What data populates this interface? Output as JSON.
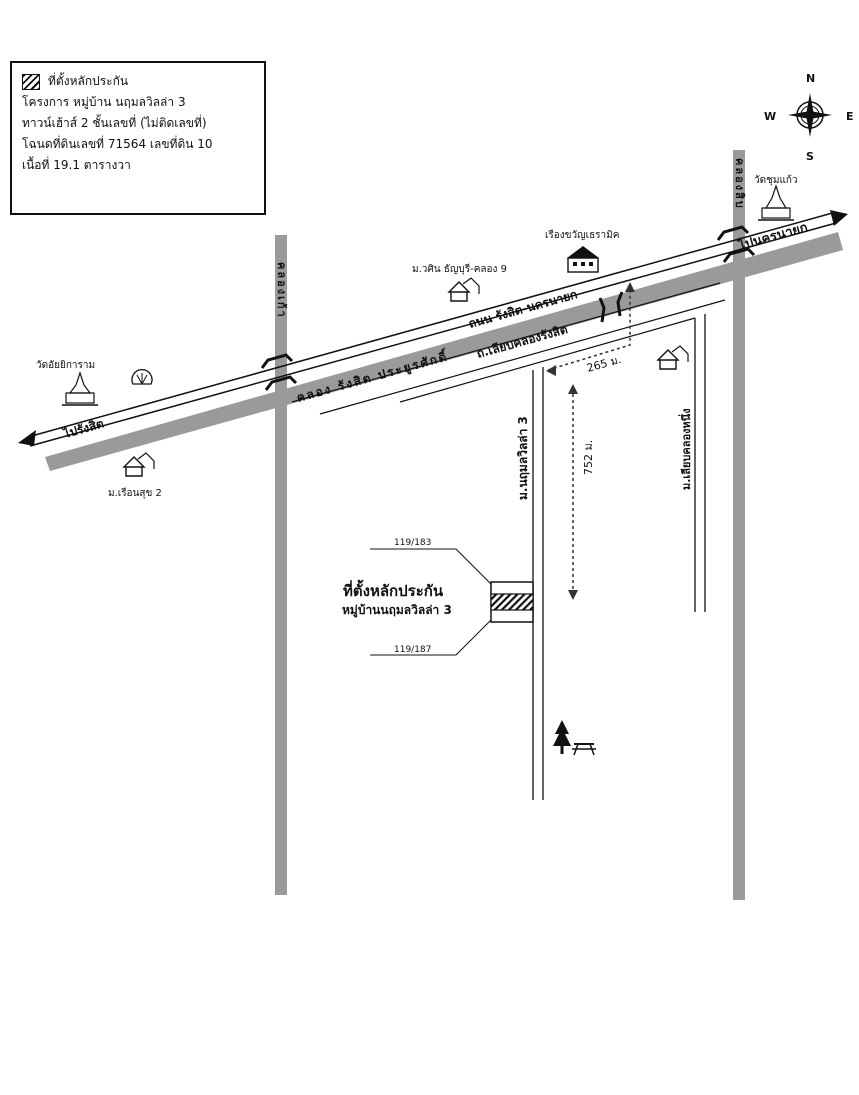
{
  "legend": {
    "title": "ที่ตั้งหลักประกัน",
    "lines": [
      "โครงการ หมู่บ้าน นฤมลวิลล่า 3",
      "ทาวน์เฮ้าส์ 2 ชั้นเลขที่ (ไม่ติดเลขที่)",
      "โฉนดที่ดินเลขที่ 71564 เลขที่ดิน 10",
      "เนื้อที่ 19.1 ตารางวา"
    ]
  },
  "compass": {
    "n": "N",
    "s": "S",
    "e": "E",
    "w": "W"
  },
  "roads": {
    "main_road": "ถนน รังสิต-นครนายก",
    "canal_side_road": "ถ.เลียบคลองรังสิต",
    "canal": "คลอง รังสิต ประยูรศักดิ์",
    "to_rangsit": "ไปรังสิต",
    "to_nakhon_nayok": "ไปนครนายก",
    "canal_left": "คลองเก้า",
    "canal_right": "คลองสิบ",
    "soi_main": "ม.นฤมลวิลล่า 3",
    "soi_right": "ม.เลียบคลองหนึ่ง"
  },
  "places": {
    "temple_left": "วัดอัยยิการาม",
    "temple_right": "วัดชุมแก้ว",
    "village_wasin": "ม.วศิน ธัญบุรี-คลอง 9",
    "village_ruean_suk": "ม.เรือนสุข 2",
    "school": "เรืองขวัญเธรามิค"
  },
  "distances": {
    "horizontal": "265 ม.",
    "vertical": "752 ม."
  },
  "collateral": {
    "label": "ที่ตั้งหลักประกัน",
    "sublabel": "หมู่บ้านนฤมลวิลล่า 3",
    "house_top": "119/183",
    "house_bottom": "119/187"
  }
}
